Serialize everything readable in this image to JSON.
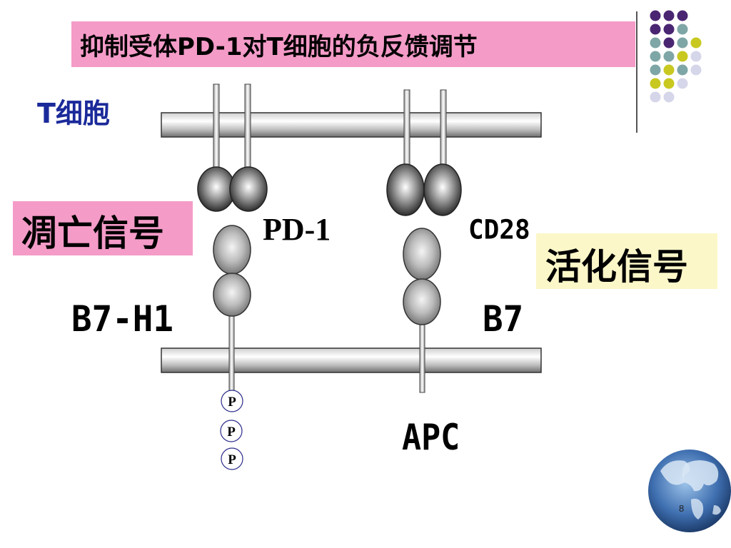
{
  "title": "抑制受体PD-1对T细胞的负反馈调节",
  "labels": {
    "t_cell": "T细胞",
    "apoptosis_signal": "凋亡信号",
    "activation_signal": "活化信号",
    "pd1": "PD-1",
    "cd28": "CD28",
    "b7h1": "B7-H1",
    "b7": "B7",
    "apc": "APC",
    "phospho": [
      "P",
      "P",
      "P"
    ]
  },
  "page_number": "8",
  "colors": {
    "title_bg": "#f49bc8",
    "apoptosis_bg": "#f49bc8",
    "activation_bg": "#fcf7c8",
    "t_cell_text": "#1b2a9a",
    "dot_purple": "#4a2672",
    "dot_teal": "#7fa6a6",
    "dot_yellow": "#c8c820",
    "dot_lavender": "#d6d6ea"
  },
  "decor": {
    "globe_icon": "globe-icon",
    "dot_grid": [
      [
        "purple",
        "purple",
        "purple",
        null
      ],
      [
        "purple",
        "purple",
        "teal",
        null
      ],
      [
        "teal",
        "purple",
        "teal",
        "yellow"
      ],
      [
        "teal",
        "teal",
        "yellow",
        "lavender"
      ],
      [
        "teal",
        "yellow",
        "teal",
        "lavender"
      ],
      [
        "yellow",
        "yellow",
        "lavender",
        null
      ],
      [
        "lavender",
        "lavender",
        null,
        null
      ]
    ]
  }
}
